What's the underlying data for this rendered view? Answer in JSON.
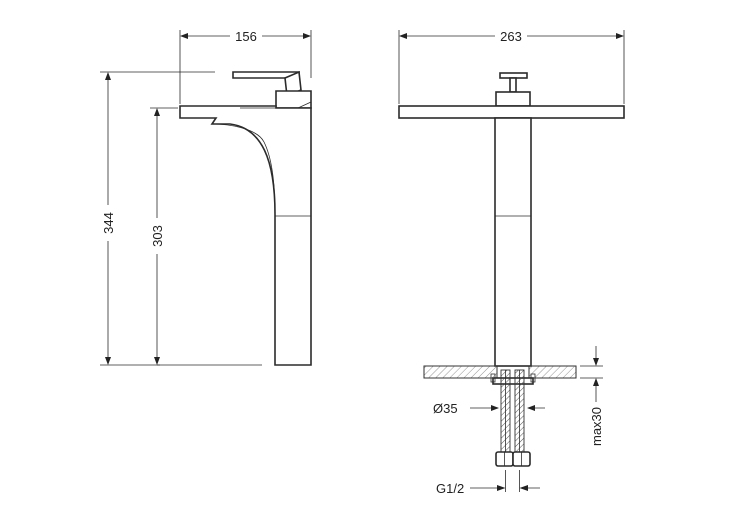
{
  "drawing": {
    "dimensions": {
      "side_width": "156",
      "front_width": "263",
      "total_height": "344",
      "spout_height": "303",
      "shank_diameter": "Ø35",
      "thread": "G1/2",
      "max_thickness": "max30"
    }
  }
}
